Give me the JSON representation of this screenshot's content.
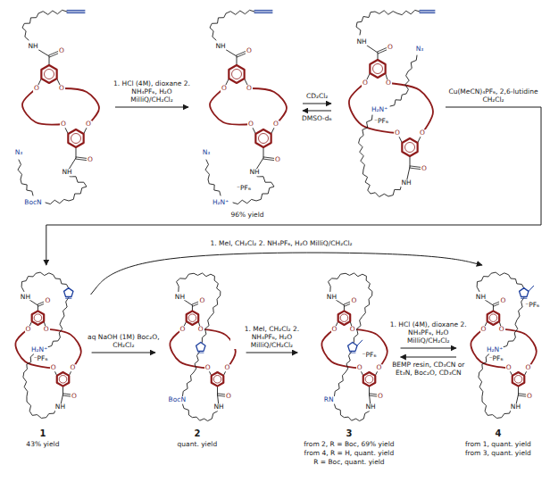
{
  "diagram": {
    "nodes": [
      {
        "text": [
          "NH",
          "O",
          "O",
          "O",
          "O",
          "O",
          "O",
          "NH",
          "BocN",
          "N₃"
        ]
      },
      {
        "text": [
          "NH",
          "O",
          "O",
          "O",
          "O",
          "O",
          "O",
          "NH",
          "H₂N⁺",
          "⁻PF₆",
          "N₃",
          "96% yield"
        ]
      },
      {
        "text": [
          "NH",
          "O",
          "N₃",
          "O",
          "O",
          "H₂N⁺",
          "⁻PF₆",
          "O",
          "O",
          "O",
          "NH"
        ]
      },
      {
        "text": [
          "NH",
          "O",
          "O",
          "O",
          "H₂N⁺",
          "⁻PF₆",
          "O",
          "O",
          "O",
          "NH",
          "1",
          "43% yield"
        ]
      },
      {
        "text": [
          "NH",
          "O",
          "O",
          "O",
          "O",
          "O",
          "O",
          "BocN",
          "NH",
          "2",
          "quant. yield"
        ]
      },
      {
        "text": [
          "NH",
          "O",
          "O",
          "O",
          "⁻PF₆",
          "O",
          "O",
          "O",
          "RN",
          "NH",
          "3",
          "from 2, R = Boc, 69% yield",
          "from 4, R = H, quant. yield",
          "R = Boc, quant. yield"
        ]
      },
      {
        "text": [
          "NH",
          "O",
          "⁻PF₆",
          "O",
          "O",
          "H₂N⁺",
          "⁻PF₆",
          "O",
          "O",
          "O",
          "NH",
          "4",
          "from 1, quant. yield",
          "from 3, quant. yield"
        ]
      }
    ],
    "edges": [
      {
        "from": 0,
        "to": 1,
        "arrow": "to",
        "label": "1. HCl (4M), dioxane 2. NH₄PF₆, H₂O MilliQ/CH₂Cl₂"
      },
      {
        "from": 1,
        "to": 2,
        "arrow": "to",
        "label": "CD₂Cl₂"
      },
      {
        "from": 2,
        "to": 1,
        "arrow": "to",
        "label": "DMSO-d₆"
      },
      {
        "from": 2,
        "to": 3,
        "arrow": "to",
        "label": "Cu(MeCN)₄PF₆, 2,6-lutidine CH₂Cl₂"
      },
      {
        "from": 3,
        "to": 6,
        "arrow": "to",
        "label": "1. MeI, CH₂Cl₂ 2. NH₄PF₆, H₂O MilliQ/CH₂Cl₂"
      },
      {
        "from": 3,
        "to": 4,
        "arrow": "to",
        "label": "aq NaOH (1M) Boc₂O, CH₂Cl₂"
      },
      {
        "from": 4,
        "to": 5,
        "arrow": "to",
        "label": "1. MeI, CH₂Cl₂ 2. NH₄PF₆, H₂O MilliQ/CH₂Cl₂"
      },
      {
        "from": 5,
        "to": 6,
        "arrow": "to",
        "label": "1. HCl (4M), dioxane 2. NH₄PF₆, H₂O MilliQ/CH₂Cl₂"
      },
      {
        "from": 6,
        "to": 5,
        "arrow": "to",
        "label": "BEMP resin, CD₃CN or Et₃N, Boc₂O, CD₃CN"
      }
    ]
  }
}
